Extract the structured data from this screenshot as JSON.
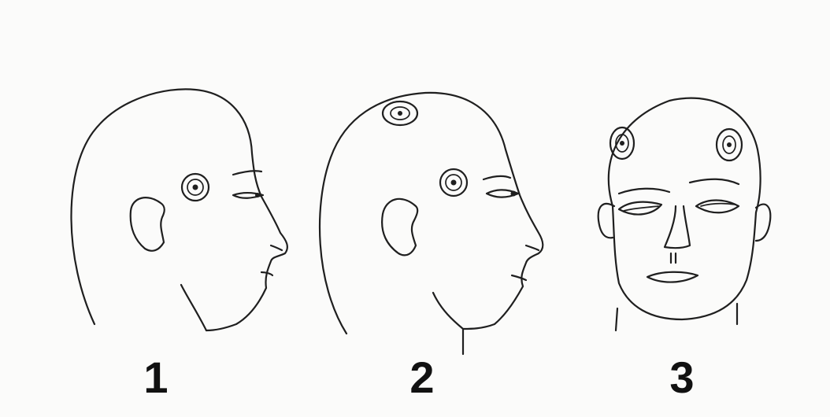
{
  "figures": [
    {
      "label": "1",
      "view": "profile",
      "markers": 1
    },
    {
      "label": "2",
      "view": "profile",
      "markers": 2
    },
    {
      "label": "3",
      "view": "front",
      "markers": 2
    }
  ],
  "colors": {
    "ink": "#1f1f1f",
    "paper": "#fbfbfa"
  }
}
